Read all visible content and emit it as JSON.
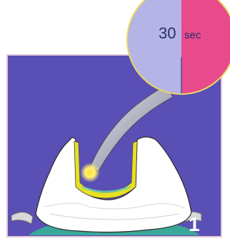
{
  "timer": {
    "value": "30",
    "unit": "sec"
  },
  "step": {
    "number": "1"
  },
  "colors": {
    "panel_background": "#5a4fb4",
    "panel_border": "#e2c8d8",
    "lens_left": "#b4b4e6",
    "lens_right": "#e84a8c",
    "lens_border": "#e8d860",
    "adhesive": "#e8e020",
    "crown": "#ffffff",
    "gingiva": "#3aa898",
    "light_guide": "#b9b9c9"
  },
  "icons": [
    "curing-light-icon",
    "tooth-crown-icon",
    "timer-lens-icon"
  ]
}
